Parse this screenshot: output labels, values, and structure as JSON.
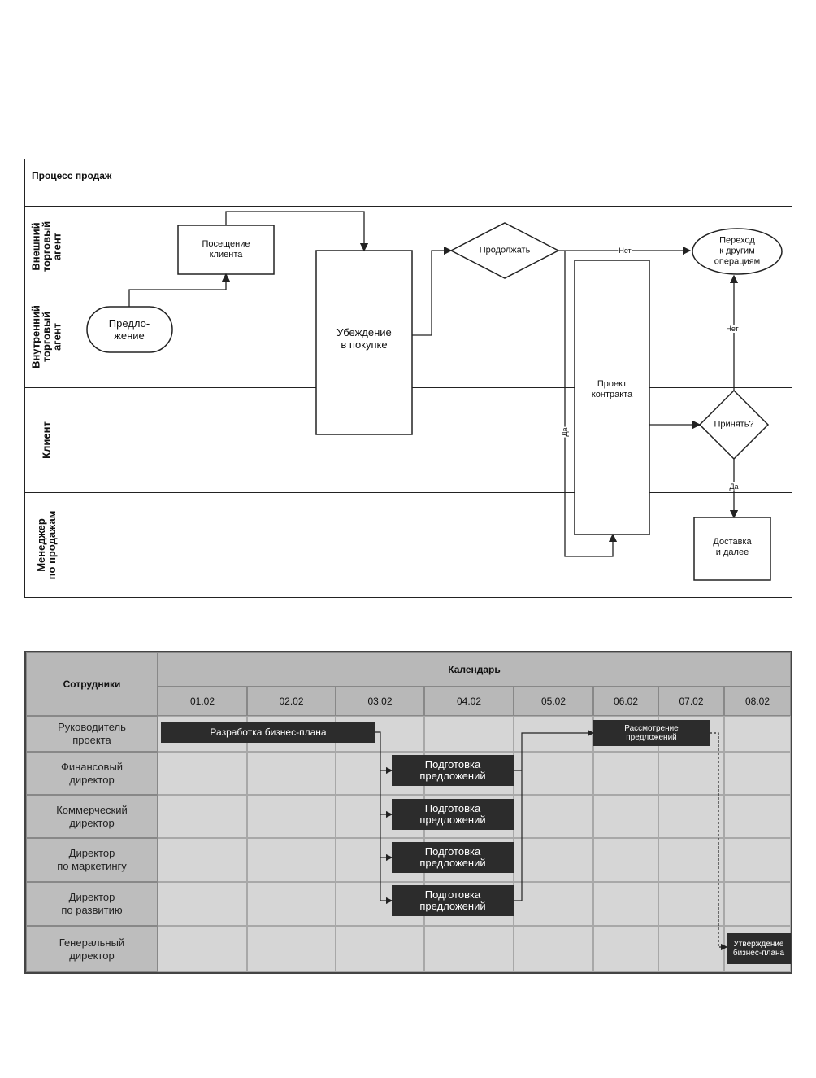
{
  "swimlane": {
    "title": "Процесс продаж",
    "lanes": [
      {
        "label": "Внешний\nторговый\nагент"
      },
      {
        "label": "Внутренний\nторговый\nагент"
      },
      {
        "label": "Клиент"
      },
      {
        "label": "Менеджер\nпо продажам"
      }
    ],
    "nodes": {
      "proposal": "Предло-\nжение",
      "visit": "Посещение\nклиента",
      "persuasion": "Убеждение\nв покупке",
      "continue": "Продолжать",
      "draft": "Проект\nконтракта",
      "other_ops": "Переход\nк другим\nоперациям",
      "accept": "Принять?",
      "delivery": "Доставка\nи далее"
    },
    "edge_labels": {
      "no_top": "Нет",
      "no_right": "Нет",
      "yes_left": "Да",
      "yes_bottom": "Да"
    }
  },
  "gantt": {
    "header_employees": "Сотрудники",
    "header_calendar": "Календарь",
    "dates": [
      "01.02",
      "02.02",
      "03.02",
      "04.02",
      "05.02",
      "06.02",
      "07.02",
      "08.02"
    ],
    "rows": [
      "Руководитель\nпроекта",
      "Финансовый\nдиректор",
      "Коммерческий\nдиректор",
      "Директор\nпо маркетингу",
      "Директор\nпо развитию",
      "Генеральный\nдиректор"
    ],
    "tasks": {
      "business_plan": "Разработка бизнес-плана",
      "review": "Рассмотрение\nпредложений",
      "prep_fin": "Подготовка\nпредложений",
      "prep_com": "Подготовка\nпредложений",
      "prep_mkt": "Подготовка\nпредложений",
      "prep_dev": "Подготовка\nпредложений",
      "approval": "Утверждение\nбизнес-плана"
    }
  }
}
